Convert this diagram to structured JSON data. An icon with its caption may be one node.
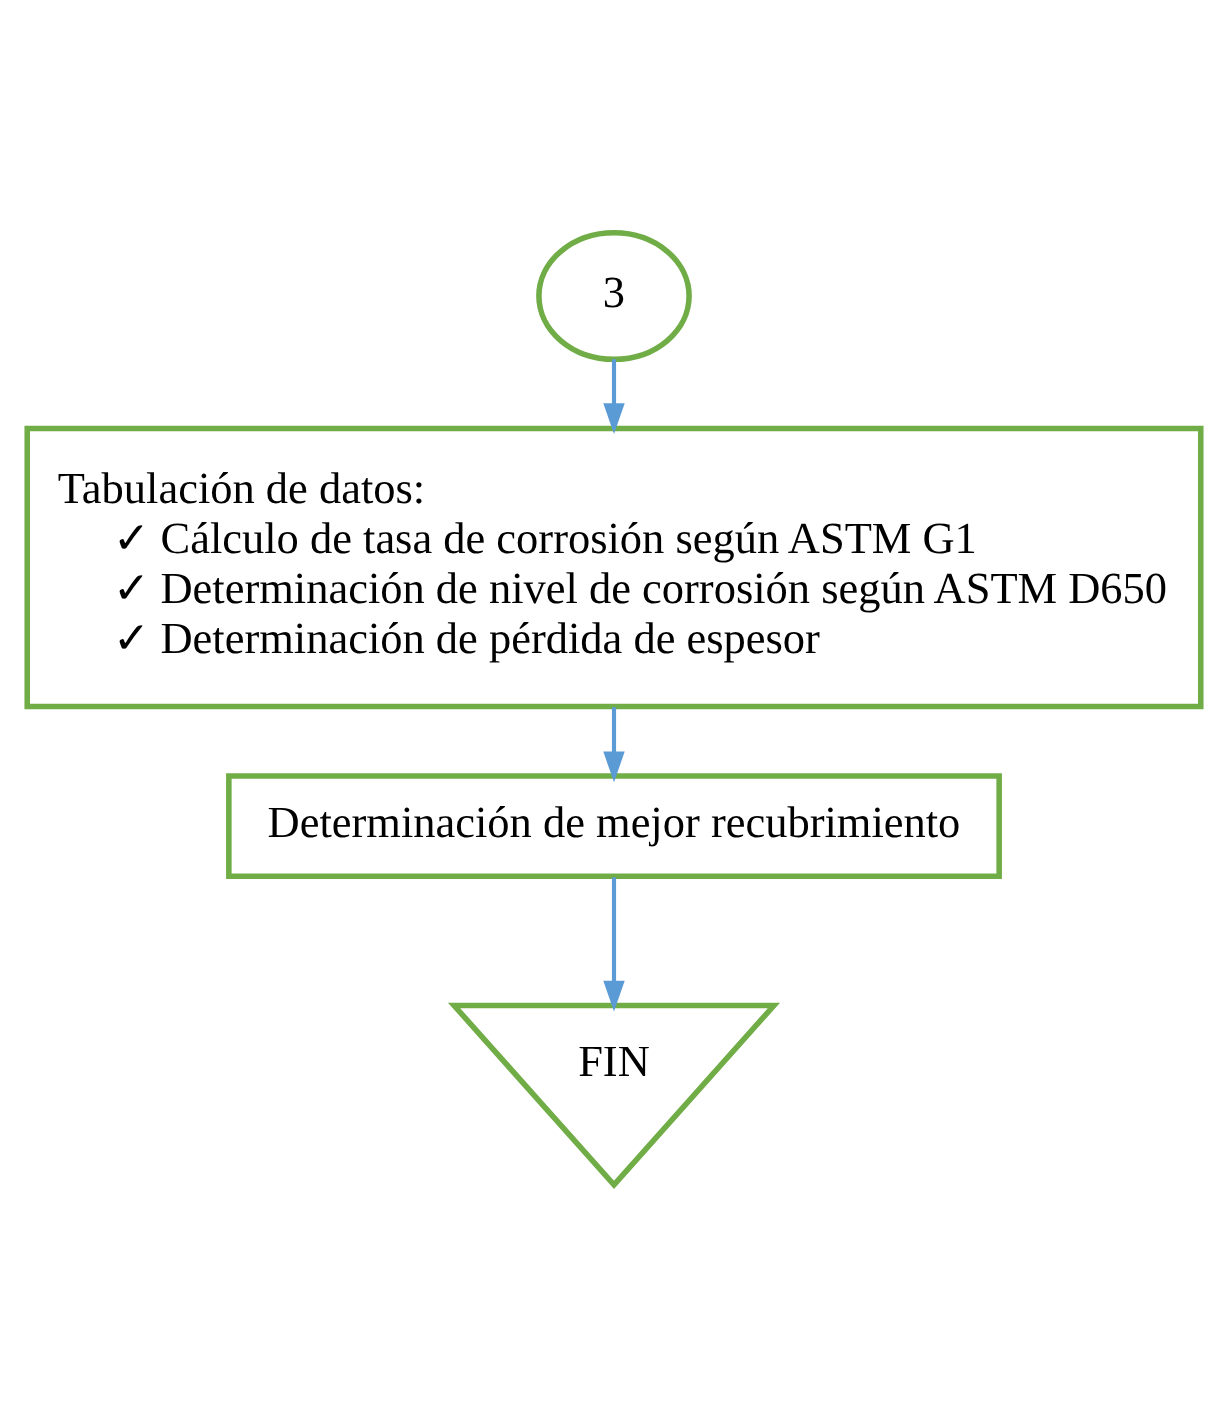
{
  "diagram": {
    "nodes": [
      {
        "text": [
          "3"
        ]
      },
      {
        "text": [
          "Tabulación de datos:",
          "✓ Cálculo de tasa de corrosión según ASTM G1",
          "✓ Determinación de nivel de corrosión según ASTM D650",
          "✓ Determinación de pérdida de espesor"
        ]
      },
      {
        "text": [
          "Determinación de mejor recubrimiento"
        ]
      },
      {
        "text": [
          "FIN"
        ]
      }
    ],
    "edges": [
      {
        "from": 0,
        "to": 1,
        "arrow": "to"
      },
      {
        "from": 1,
        "to": 2,
        "arrow": "to"
      },
      {
        "from": 2,
        "to": 3,
        "arrow": "to"
      }
    ]
  }
}
